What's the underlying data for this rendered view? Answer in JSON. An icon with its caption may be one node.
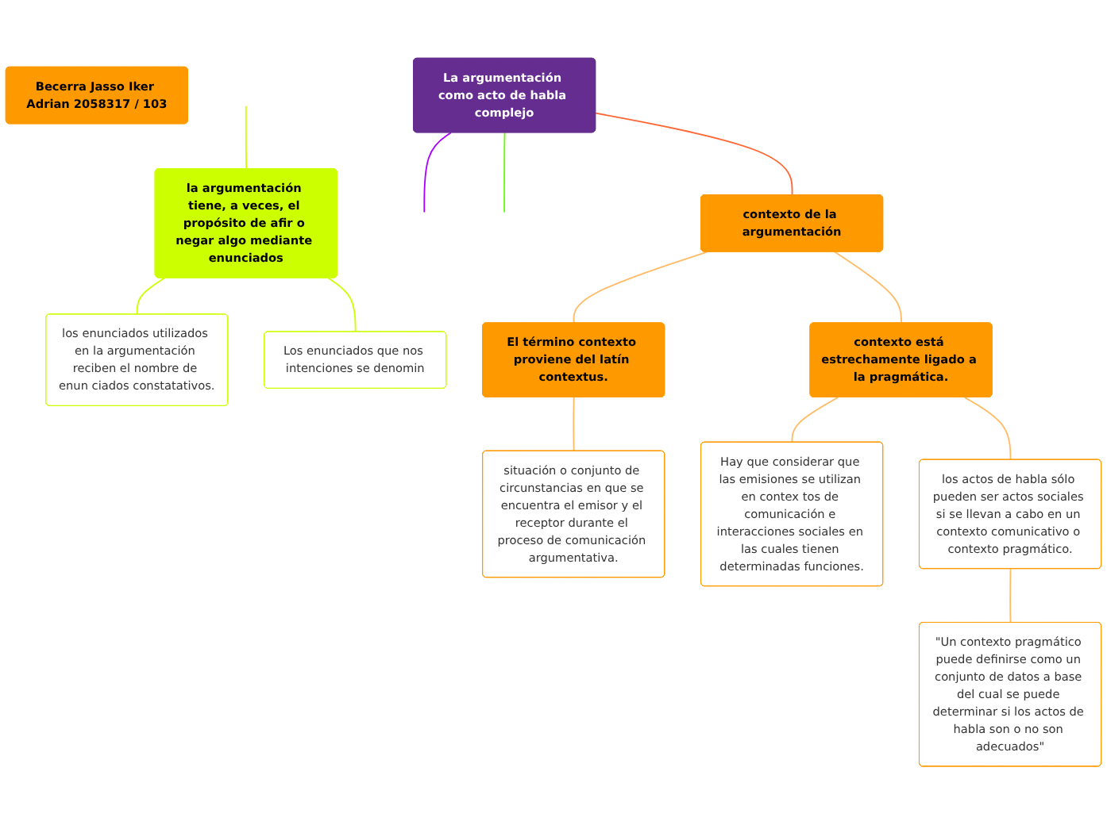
{
  "diagram": {
    "nodes": [
      {
        "text": [
          "Becerra Jasso Iker Adrian 2058317 / 103"
        ]
      },
      {
        "text": [
          "La argumentación como acto de habla complejo"
        ]
      },
      {
        "text": [
          "contexto de la argumentación"
        ]
      },
      {
        "text": [
          "El término contexto proviene del latín contextus."
        ]
      },
      {
        "text": [
          "situación o conjunto de circunstancias en que se encuentra el emisor y el receptor durante el proceso de comunicación argumentativa."
        ]
      },
      {
        "text": [
          "contexto está estrechamente ligado a la pragmática."
        ]
      },
      {
        "text": [
          "Hay que considerar que las emisiones se utilizan en contex tos de comunicación e interacciones sociales en las cuales tienen determinadas funciones."
        ]
      },
      {
        "text": [
          "los actos de habla sólo pueden ser actos sociales si se llevan a cabo en un contexto comunicativo o contexto pragmático."
        ]
      },
      {
        "text": [
          "\"Un contexto pragmático puede definirse como un conjunto de datos a base del cual se puede determinar si los actos de habla son o no son adecuados\""
        ]
      },
      {
        "text": [
          "la argumentación tiene, a veces, el propósito de afir o negar algo mediante enunciados"
        ]
      },
      {
        "text": [
          "los enunciados utilizados en la argumentación reciben el nombre de enun ciados constatativos."
        ]
      },
      {
        "text": [
          "Los enunciados que nos intenciones se denomin"
        ]
      }
    ],
    "edges": [
      {
        "from": 1,
        "to": null,
        "arrow": "none",
        "color": "#aa00ff"
      },
      {
        "from": 1,
        "to": null,
        "arrow": "none",
        "color": "#66ff00"
      },
      {
        "from": 1,
        "to": 2,
        "arrow": "none",
        "color": "#ff6633"
      },
      {
        "from": 2,
        "to": 3,
        "arrow": "none"
      },
      {
        "from": 3,
        "to": 4,
        "arrow": "none"
      },
      {
        "from": 2,
        "to": 5,
        "arrow": "none"
      },
      {
        "from": 5,
        "to": 6,
        "arrow": "none"
      },
      {
        "from": 5,
        "to": 7,
        "arrow": "none"
      },
      {
        "from": 7,
        "to": 8,
        "arrow": "none"
      },
      {
        "from": null,
        "to": 9,
        "arrow": "none",
        "color": "#ccff00"
      },
      {
        "from": 9,
        "to": 10,
        "arrow": "none",
        "color": "#ccff00"
      },
      {
        "from": 9,
        "to": 11,
        "arrow": "none",
        "color": "#ccff00"
      }
    ]
  }
}
